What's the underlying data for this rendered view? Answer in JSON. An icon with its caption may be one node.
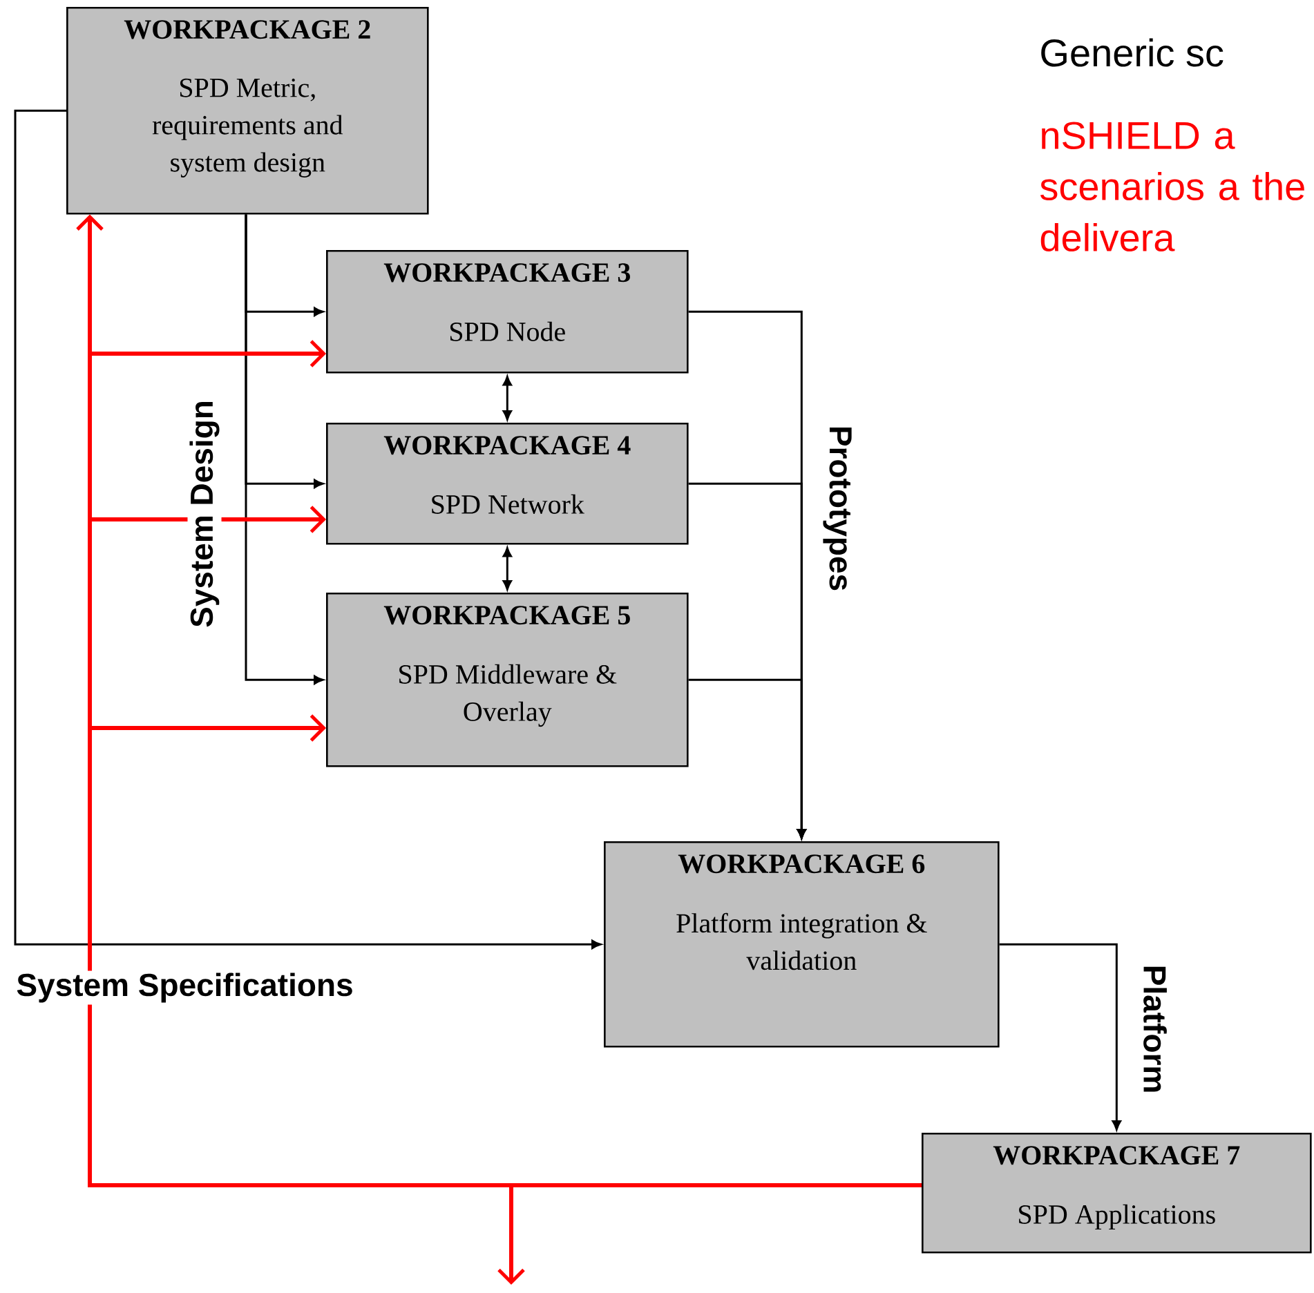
{
  "diagram": {
    "nodes": [
      {
        "text": [
          "WORKPACKAGE 2",
          "SPD Metric, requirements and system design"
        ]
      },
      {
        "text": [
          "WORKPACKAGE 3",
          "SPD Node"
        ]
      },
      {
        "text": [
          "WORKPACKAGE 4",
          "SPD Network"
        ]
      },
      {
        "text": [
          "WORKPACKAGE 5",
          "SPD Middleware & Overlay"
        ]
      },
      {
        "text": [
          "WORKPACKAGE 6",
          "Platform integration & validation"
        ]
      },
      {
        "text": [
          "WORKPACKAGE 7",
          "SPD Applications"
        ]
      }
    ],
    "edges": [
      {
        "from": 0,
        "to": 1,
        "arrow": "to"
      },
      {
        "from": 0,
        "to": 2,
        "arrow": "to",
        "label": "System Design"
      },
      {
        "from": 0,
        "to": 3,
        "arrow": "to"
      },
      {
        "from": 0,
        "to": 4,
        "arrow": "to",
        "label": "System Specifications"
      },
      {
        "from": 1,
        "to": 4,
        "arrow": "to",
        "label": "Prototypes"
      },
      {
        "from": 2,
        "to": 4,
        "arrow": "to"
      },
      {
        "from": 3,
        "to": 4,
        "arrow": "to"
      },
      {
        "from": 4,
        "to": 5,
        "arrow": "to",
        "label": "Platform"
      },
      {
        "from": 1,
        "to": 2,
        "arrow": "both"
      },
      {
        "from": 2,
        "to": 3,
        "arrow": "both"
      },
      {
        "from": 5,
        "to": 0,
        "arrow": "to",
        "style": "thick",
        "color": "#ff0000"
      },
      {
        "from": 5,
        "to": 1,
        "arrow": "to",
        "style": "thick",
        "color": "#ff0000"
      },
      {
        "from": 5,
        "to": 2,
        "arrow": "to",
        "style": "thick",
        "color": "#ff0000"
      },
      {
        "from": 5,
        "to": 3,
        "arrow": "to",
        "style": "thick",
        "color": "#ff0000"
      },
      {
        "from": 5,
        "to": null,
        "arrow": "to",
        "style": "thick",
        "color": "#ff0000"
      }
    ],
    "labels": [
      "Generic sc",
      "nSHIELD a scenarios a the delivera"
    ]
  }
}
